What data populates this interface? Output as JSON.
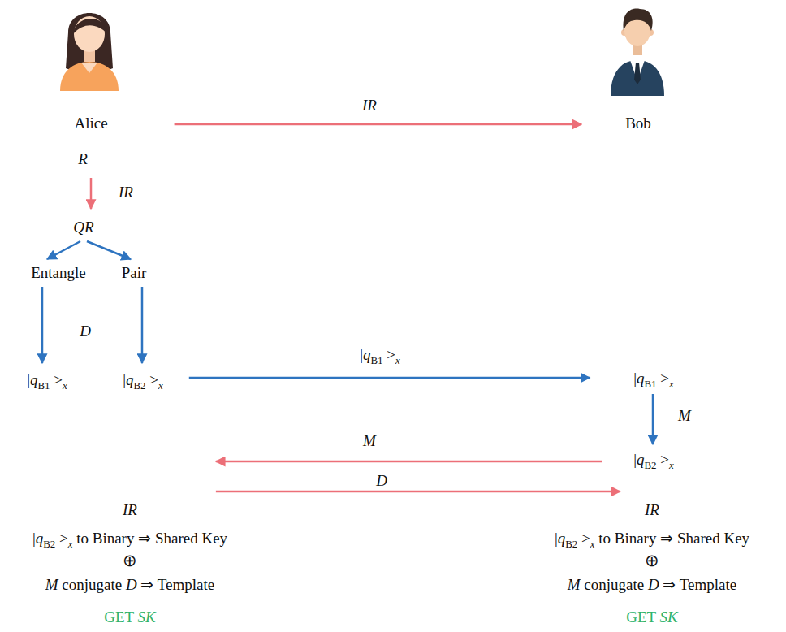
{
  "diagram": {
    "nodes": [
      {
        "text": [
          "Alice"
        ]
      },
      {
        "text": [
          "Bob"
        ]
      },
      {
        "text": [
          "R"
        ]
      },
      {
        "text": [
          "QR"
        ]
      },
      {
        "text": [
          "Entangle"
        ]
      },
      {
        "text": [
          "Pair"
        ]
      },
      {
        "text": [
          "|qB1 >x"
        ]
      },
      {
        "text": [
          "|qB2 >x"
        ]
      },
      {
        "text": [
          "|qB1 >x"
        ]
      },
      {
        "text": [
          "|qB2 >x"
        ]
      },
      {
        "text": [
          "IR",
          "|qB2 >x to Binary ⇒ Shared Key",
          "⊕",
          "M conjugate D ⇒ Template",
          "GET SK"
        ]
      },
      {
        "text": [
          "IR",
          "|qB2 >x to Binary ⇒ Shared Key",
          "⊕",
          "M conjugate D ⇒ Template",
          "GET SK"
        ]
      }
    ],
    "edges": [
      {
        "from": 0,
        "to": 1,
        "arrow": "to",
        "label": "IR"
      },
      {
        "from": 2,
        "to": 3,
        "arrow": "to",
        "label": "IR"
      },
      {
        "from": 3,
        "to": 4,
        "arrow": "to"
      },
      {
        "from": 3,
        "to": 5,
        "arrow": "to"
      },
      {
        "from": 4,
        "to": 6,
        "arrow": "to"
      },
      {
        "from": 5,
        "to": 7,
        "arrow": "to"
      },
      {
        "from": 7,
        "to": 8,
        "arrow": "to",
        "label": "|qB1 >x"
      },
      {
        "from": 8,
        "to": 9,
        "arrow": "to",
        "label": "M"
      },
      {
        "from": 9,
        "to": 10,
        "arrow": "to",
        "label": "M"
      },
      {
        "from": 10,
        "to": 11,
        "arrow": "to",
        "label": "D"
      }
    ],
    "labels": [
      "D"
    ]
  }
}
